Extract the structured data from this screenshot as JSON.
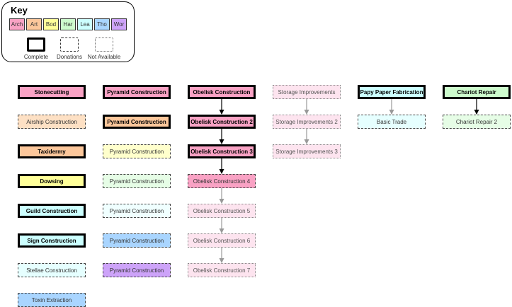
{
  "key": {
    "title": "Key",
    "swatches": [
      {
        "label": "Arch",
        "color": "#f9a2c4"
      },
      {
        "label": "Art",
        "color": "#fcc79b"
      },
      {
        "label": "Bod",
        "color": "#ffff99"
      },
      {
        "label": "Har",
        "color": "#cdfbcd"
      },
      {
        "label": "Lea",
        "color": "#ccffff"
      },
      {
        "label": "Tho",
        "color": "#a9d5ff"
      },
      {
        "label": "Wor",
        "color": "#cda3f9"
      }
    ],
    "legend": {
      "complete": "Complete",
      "donations": "Donations",
      "not_available": "Not Available"
    }
  },
  "nodes": [
    {
      "id": "stonecutting",
      "label": "Stonecutting",
      "status": "complete",
      "color": "#f9a2c4"
    },
    {
      "id": "airship",
      "label": "Airship Construction",
      "status": "donations",
      "color": "#fde0c4"
    },
    {
      "id": "taxidermy",
      "label": "Taxidermy",
      "status": "complete",
      "color": "#fcc79b"
    },
    {
      "id": "dowsing",
      "label": "Dowsing",
      "status": "complete",
      "color": "#ffff99"
    },
    {
      "id": "guild",
      "label": "Guild Construction",
      "status": "complete",
      "color": "#ccffff"
    },
    {
      "id": "sign",
      "label": "Sign Construction",
      "status": "complete",
      "color": "#ccffff"
    },
    {
      "id": "stellae",
      "label": "Stellae Construction",
      "status": "donations",
      "color": "#e6ffff"
    },
    {
      "id": "toxin",
      "label": "Toxin Extraction",
      "status": "donations",
      "color": "#a9d5ff"
    },
    {
      "id": "pyr1",
      "label": "Pyramid Construction",
      "status": "complete",
      "color": "#f9a2c4"
    },
    {
      "id": "pyr2",
      "label": "Pyramid Construction",
      "status": "complete",
      "color": "#fcc79b"
    },
    {
      "id": "pyr3",
      "label": "Pyramid Construction",
      "status": "donations",
      "color": "#ffffcc"
    },
    {
      "id": "pyr4",
      "label": "Pyramid Construction",
      "status": "donations",
      "color": "#e6fde6"
    },
    {
      "id": "pyr5",
      "label": "Pyramid Construction",
      "status": "donations",
      "color": "#f0ffff"
    },
    {
      "id": "pyr6",
      "label": "Pyramid Construction",
      "status": "donations",
      "color": "#a9d5ff"
    },
    {
      "id": "pyr7",
      "label": "Pyramid Construction",
      "status": "donations",
      "color": "#cda3f9"
    },
    {
      "id": "ob1",
      "label": "Obelisk Construction",
      "status": "complete",
      "color": "#f9a2c4"
    },
    {
      "id": "ob2",
      "label": "Obelisk Construction 2",
      "status": "complete",
      "color": "#f9a2c4"
    },
    {
      "id": "ob3",
      "label": "Obelisk Construction 3",
      "status": "complete",
      "color": "#f9a2c4"
    },
    {
      "id": "ob4",
      "label": "Obelisk Construction 4",
      "status": "donations",
      "color": "#f9a2c4"
    },
    {
      "id": "ob5",
      "label": "Obelisk Construction 5",
      "status": "na",
      "color": "#fde4ef"
    },
    {
      "id": "ob6",
      "label": "Obelisk Construction 6",
      "status": "na",
      "color": "#fde4ef"
    },
    {
      "id": "ob7",
      "label": "Obelisk Construction 7",
      "status": "na",
      "color": "#fde4ef"
    },
    {
      "id": "st1",
      "label": "Storage Improvements",
      "status": "na",
      "color": "#fde4ef"
    },
    {
      "id": "st2",
      "label": "Storage Improvements 2",
      "status": "na",
      "color": "#fde4ef"
    },
    {
      "id": "st3",
      "label": "Storage Improvements 3",
      "status": "na",
      "color": "#fde4ef"
    },
    {
      "id": "papy",
      "label": "Papy Paper Fabrication",
      "status": "complete",
      "color": "#ccffff"
    },
    {
      "id": "trade",
      "label": "Basic Trade",
      "status": "donations",
      "color": "#e6ffff"
    },
    {
      "id": "chariot",
      "label": "Chariot Repair",
      "status": "complete",
      "color": "#cdfbcd"
    },
    {
      "id": "chariot2",
      "label": "Chariot Repair 2",
      "status": "donations",
      "color": "#e6fde6"
    }
  ],
  "edges": [
    {
      "from": "ob1",
      "to": "ob2",
      "color": "#000000"
    },
    {
      "from": "ob2",
      "to": "ob3",
      "color": "#000000"
    },
    {
      "from": "ob3",
      "to": "ob4",
      "color": "#000000"
    },
    {
      "from": "ob4",
      "to": "ob5",
      "color": "#999999"
    },
    {
      "from": "ob5",
      "to": "ob6",
      "color": "#999999"
    },
    {
      "from": "ob6",
      "to": "ob7",
      "color": "#999999"
    },
    {
      "from": "st1",
      "to": "st2",
      "color": "#999999"
    },
    {
      "from": "st2",
      "to": "st3",
      "color": "#999999"
    },
    {
      "from": "papy",
      "to": "trade",
      "color": "#999999"
    },
    {
      "from": "chariot",
      "to": "chariot2",
      "color": "#000000"
    }
  ]
}
